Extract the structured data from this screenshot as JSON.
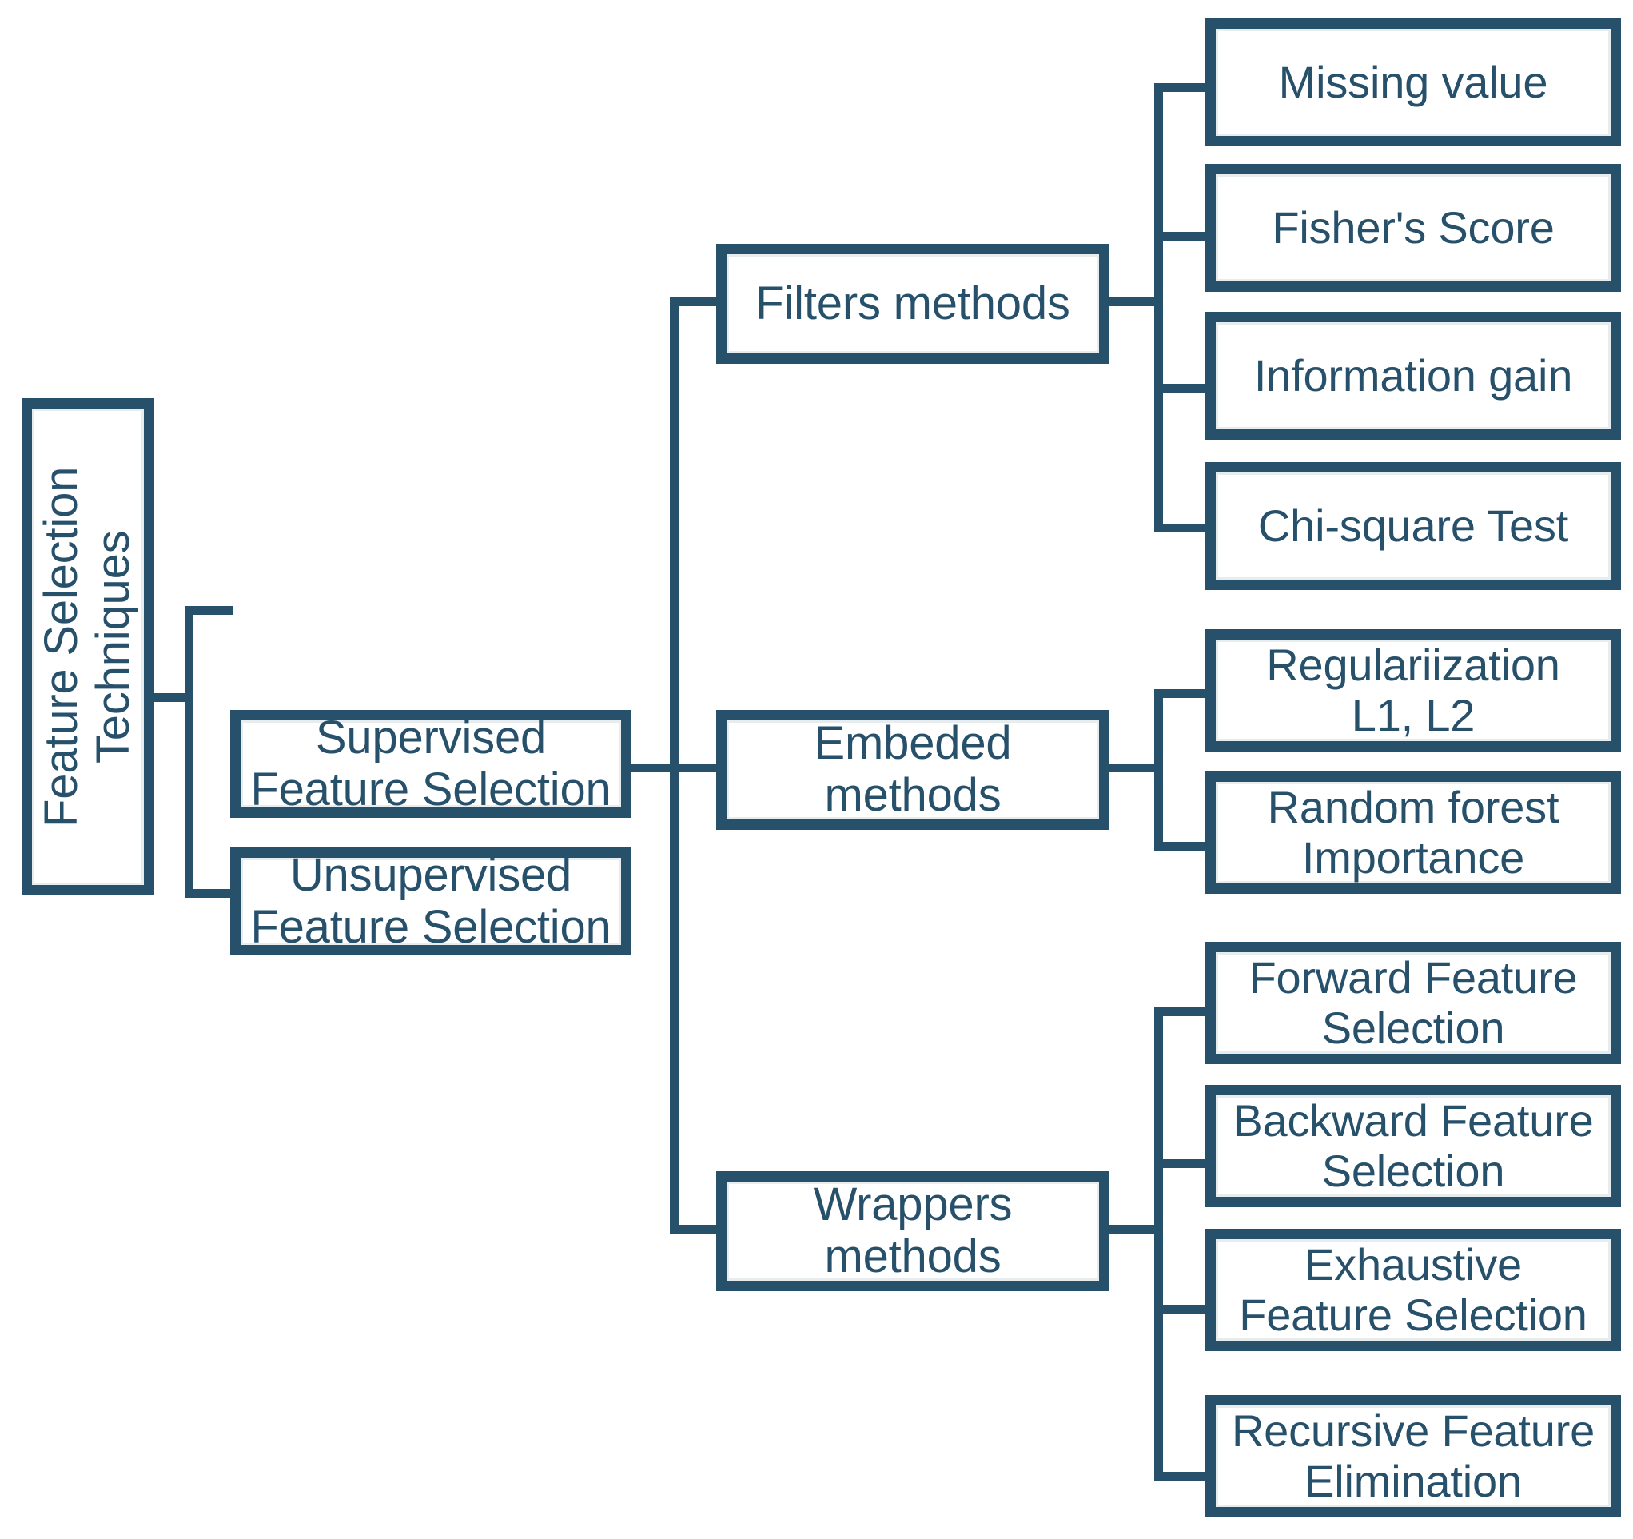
{
  "diagram": {
    "title": "Feature Selection Techniques",
    "type": "tree-hierarchy",
    "colors": {
      "stroke": "#27506b",
      "box_fill": "#ffffff",
      "text": "#27506b",
      "inner_edge": "#e7ecef",
      "background": "#ffffff"
    },
    "root": {
      "label": "Feature Selection Techniques",
      "orientation": "vertical-bottom-to-top"
    },
    "level1": [
      {
        "label": "Supervised\nFeature Selection"
      },
      {
        "label": "Unsupervised\nFeature Selection"
      }
    ],
    "level2": [
      {
        "label": "Filters methods"
      },
      {
        "label": "Embeded\nmethods"
      },
      {
        "label": "Wrappers\nmethods"
      }
    ],
    "filters_children": [
      {
        "label": "Missing value"
      },
      {
        "label": "Fisher's Score"
      },
      {
        "label": "Information gain"
      },
      {
        "label": "Chi-square Test"
      }
    ],
    "embeded_children": [
      {
        "label": "Regulariization\nL1, L2"
      },
      {
        "label": "Random forest\nImportance"
      }
    ],
    "wrappers_children": [
      {
        "label": "Forward Feature\nSelection"
      },
      {
        "label": "Backward Feature\nSelection"
      },
      {
        "label": "Exhaustive\nFeature Selection"
      },
      {
        "label": "Recursive Feature\nElimination"
      }
    ]
  }
}
